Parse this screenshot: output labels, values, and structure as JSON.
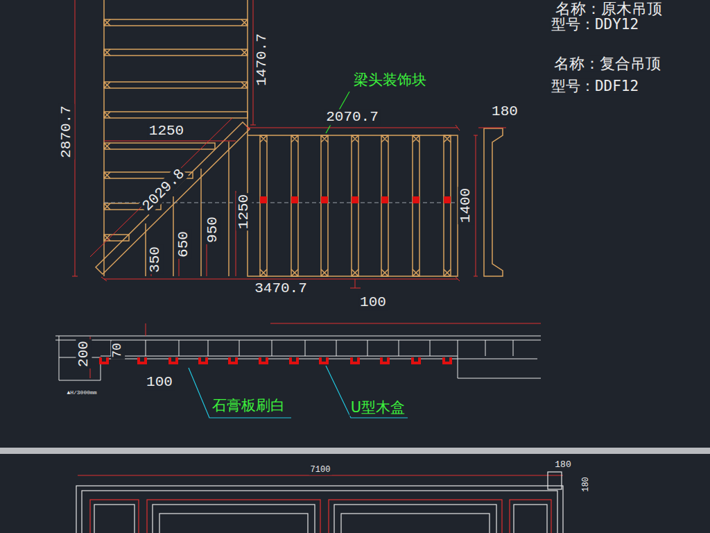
{
  "diagram": {
    "labels": [
      "名称：原木吊顶",
      "型号：DDY12",
      "名称：复合吊顶",
      "型号：DDF12",
      "梁头装饰块",
      "2070.7",
      "180",
      "1470.7",
      "2870.7",
      "1250",
      "2029.8",
      "1250",
      "950",
      "650",
      "350",
      "1400",
      "3470.7",
      "100",
      "200",
      "70",
      "100",
      "石膏板刷白",
      "U型木盒",
      "▲H/3000mm",
      "7100",
      "180",
      "180"
    ]
  }
}
